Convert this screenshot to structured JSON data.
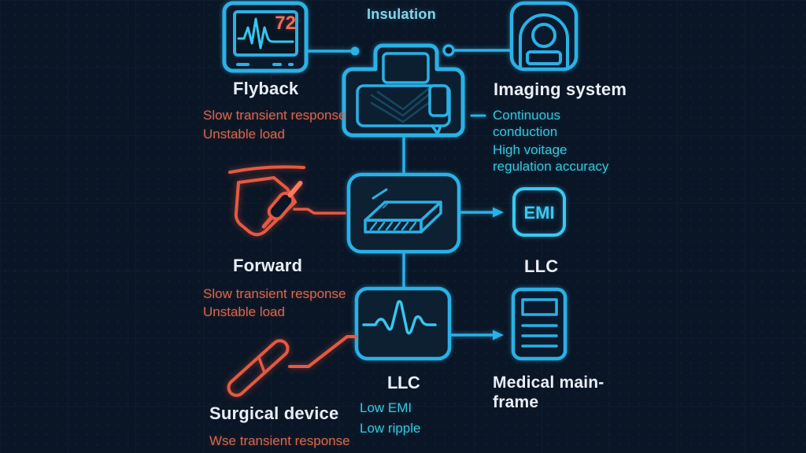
{
  "colors": {
    "background": "#0a1626",
    "cyan_stroke": "#2ab1e6",
    "cyan_bright": "#3fd0f5",
    "cyan_text": "#3cc3d9",
    "cyan_light": "#86d5e8",
    "red_stroke": "#e45a42",
    "red_text": "#d5674e",
    "white": "#eaeef4"
  },
  "icons": {
    "flyback": "patient-monitor-icon",
    "center_device": "medical-device-icon",
    "imaging": "ct-scanner-icon",
    "forward": "electrosurgical-pencil-icon",
    "llc_mid": "transformer-slab-icon",
    "emi": "emi-badge",
    "llc_bottom": "pulse-waveform-icon",
    "mainframe": "document-icon",
    "surgical": "scalpel-icon"
  },
  "nodes": {
    "insulation_label": "Insulation",
    "flyback": {
      "title": "Flyback",
      "monitor_reading": "72",
      "notes": [
        "Slow transient response",
        "Unstable load"
      ]
    },
    "imaging_system": {
      "title": "Imaging system",
      "features": [
        "Continuous conduction",
        "High voitage regulation accuracy"
      ]
    },
    "forward": {
      "title": "Forward",
      "notes": [
        "Slow transient response",
        "Unstable load"
      ]
    },
    "llc_mid": {
      "badge": "EMI",
      "title": "LLC"
    },
    "llc_bottom": {
      "title": "LLC",
      "features": [
        "Low EMI",
        "Low ripple"
      ]
    },
    "medical_mainframe": {
      "title_line1": "Medical main-",
      "title_line2": "frame"
    },
    "surgical_device": {
      "title": "Surgical device",
      "notes": [
        "Wse transient response"
      ]
    }
  }
}
